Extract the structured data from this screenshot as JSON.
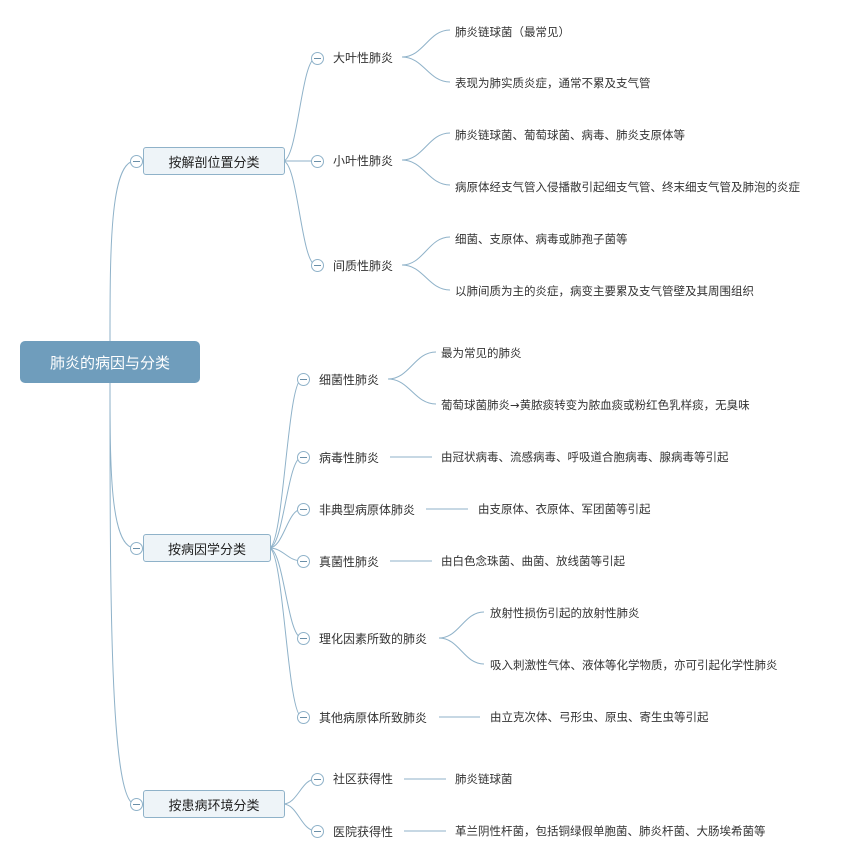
{
  "root": {
    "label": "肺炎的病因与分类"
  },
  "categories": [
    {
      "label": "按解剖位置分类",
      "children": [
        {
          "label": "大叶性肺炎",
          "details": [
            "肺炎链球菌（最常见）",
            "表现为肺实质炎症，通常不累及支气管"
          ]
        },
        {
          "label": "小叶性肺炎",
          "details": [
            "肺炎链球菌、葡萄球菌、病毒、肺炎支原体等",
            "病原体经支气管入侵播散引起细支气管、终末细支气管及肺泡的炎症"
          ]
        },
        {
          "label": "间质性肺炎",
          "details": [
            "细菌、支原体、病毒或肺孢子菌等",
            "以肺间质为主的炎症，病变主要累及支气管壁及其周围组织"
          ]
        }
      ]
    },
    {
      "label": "按病因学分类",
      "children": [
        {
          "label": "细菌性肺炎",
          "details": [
            "最为常见的肺炎",
            "葡萄球菌肺炎→黄脓痰转变为脓血痰或粉红色乳样痰，无臭味"
          ]
        },
        {
          "label": "病毒性肺炎",
          "details": [
            "由冠状病毒、流感病毒、呼吸道合胞病毒、腺病毒等引起"
          ]
        },
        {
          "label": "非典型病原体肺炎",
          "details": [
            "由支原体、衣原体、军团菌等引起"
          ]
        },
        {
          "label": "真菌性肺炎",
          "details": [
            "由白色念珠菌、曲菌、放线菌等引起"
          ]
        },
        {
          "label": "理化因素所致的肺炎",
          "details": [
            "放射性损伤引起的放射性肺炎",
            "吸入刺激性气体、液体等化学物质，亦可引起化学性肺炎"
          ]
        },
        {
          "label": "其他病原体所致肺炎",
          "details": [
            "由立克次体、弓形虫、原虫、寄生虫等引起"
          ]
        }
      ]
    },
    {
      "label": "按患病环境分类",
      "children": [
        {
          "label": "社区获得性",
          "details": [
            "肺炎链球菌"
          ]
        },
        {
          "label": "医院获得性",
          "details": [
            "革兰阴性杆菌，包括铜绿假单胞菌、肺炎杆菌、大肠埃希菌等"
          ]
        }
      ]
    }
  ],
  "colors": {
    "line": "#8fb2c9",
    "root_bg": "#6f9dbc",
    "category_bg": "#eef4f8"
  }
}
